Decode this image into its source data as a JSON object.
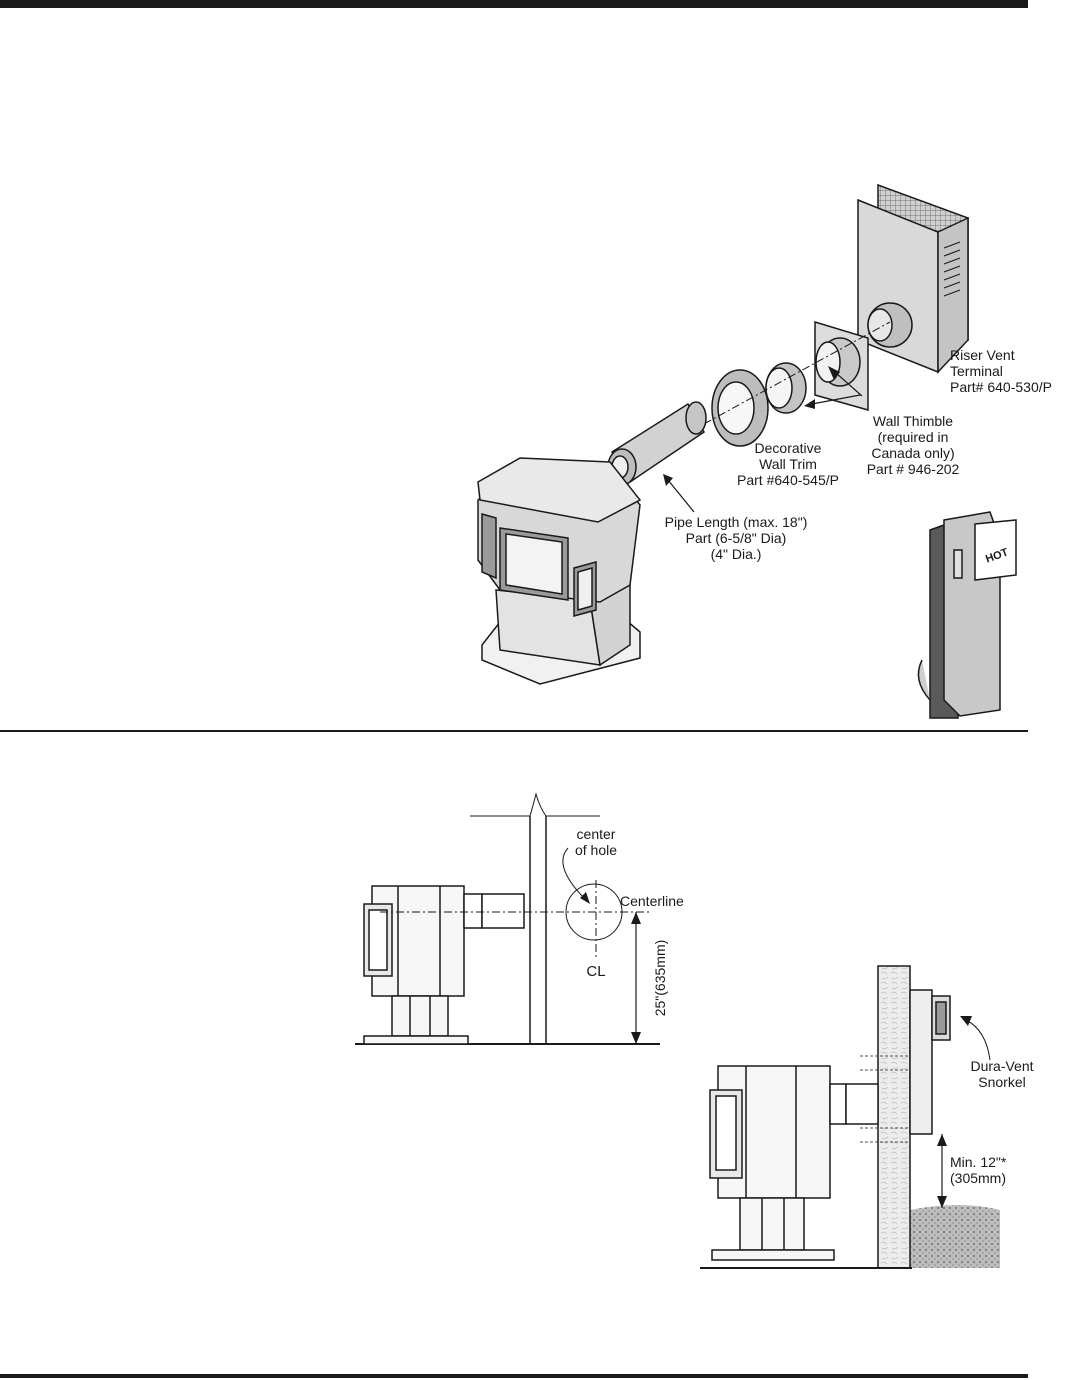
{
  "figure1": {
    "riser_vent": [
      "Riser Vent",
      "Terminal",
      "Part# 640-530/P"
    ],
    "wall_thimble": [
      "Wall Thimble",
      "(required in",
      "Canada only)",
      "Part # 946-202"
    ],
    "wall_trim": [
      "Decorative",
      "Wall Trim",
      "Part #640-545/P"
    ],
    "pipe_length": [
      "Pipe Length (max. 18\")",
      "Part (6-5/8\" Dia)",
      "(4\" Dia.)"
    ],
    "hot_sign": "HOT"
  },
  "figure2": {
    "center_of_hole": [
      "center",
      "of hole"
    ],
    "centerline": "Centerline",
    "cl_symbol": "CL",
    "height": "25\"(635mm)"
  },
  "figure3": {
    "snorkel": [
      "Dura-Vent",
      "Snorkel"
    ],
    "min_clearance": [
      "Min. 12\"*",
      "(305mm)"
    ]
  }
}
